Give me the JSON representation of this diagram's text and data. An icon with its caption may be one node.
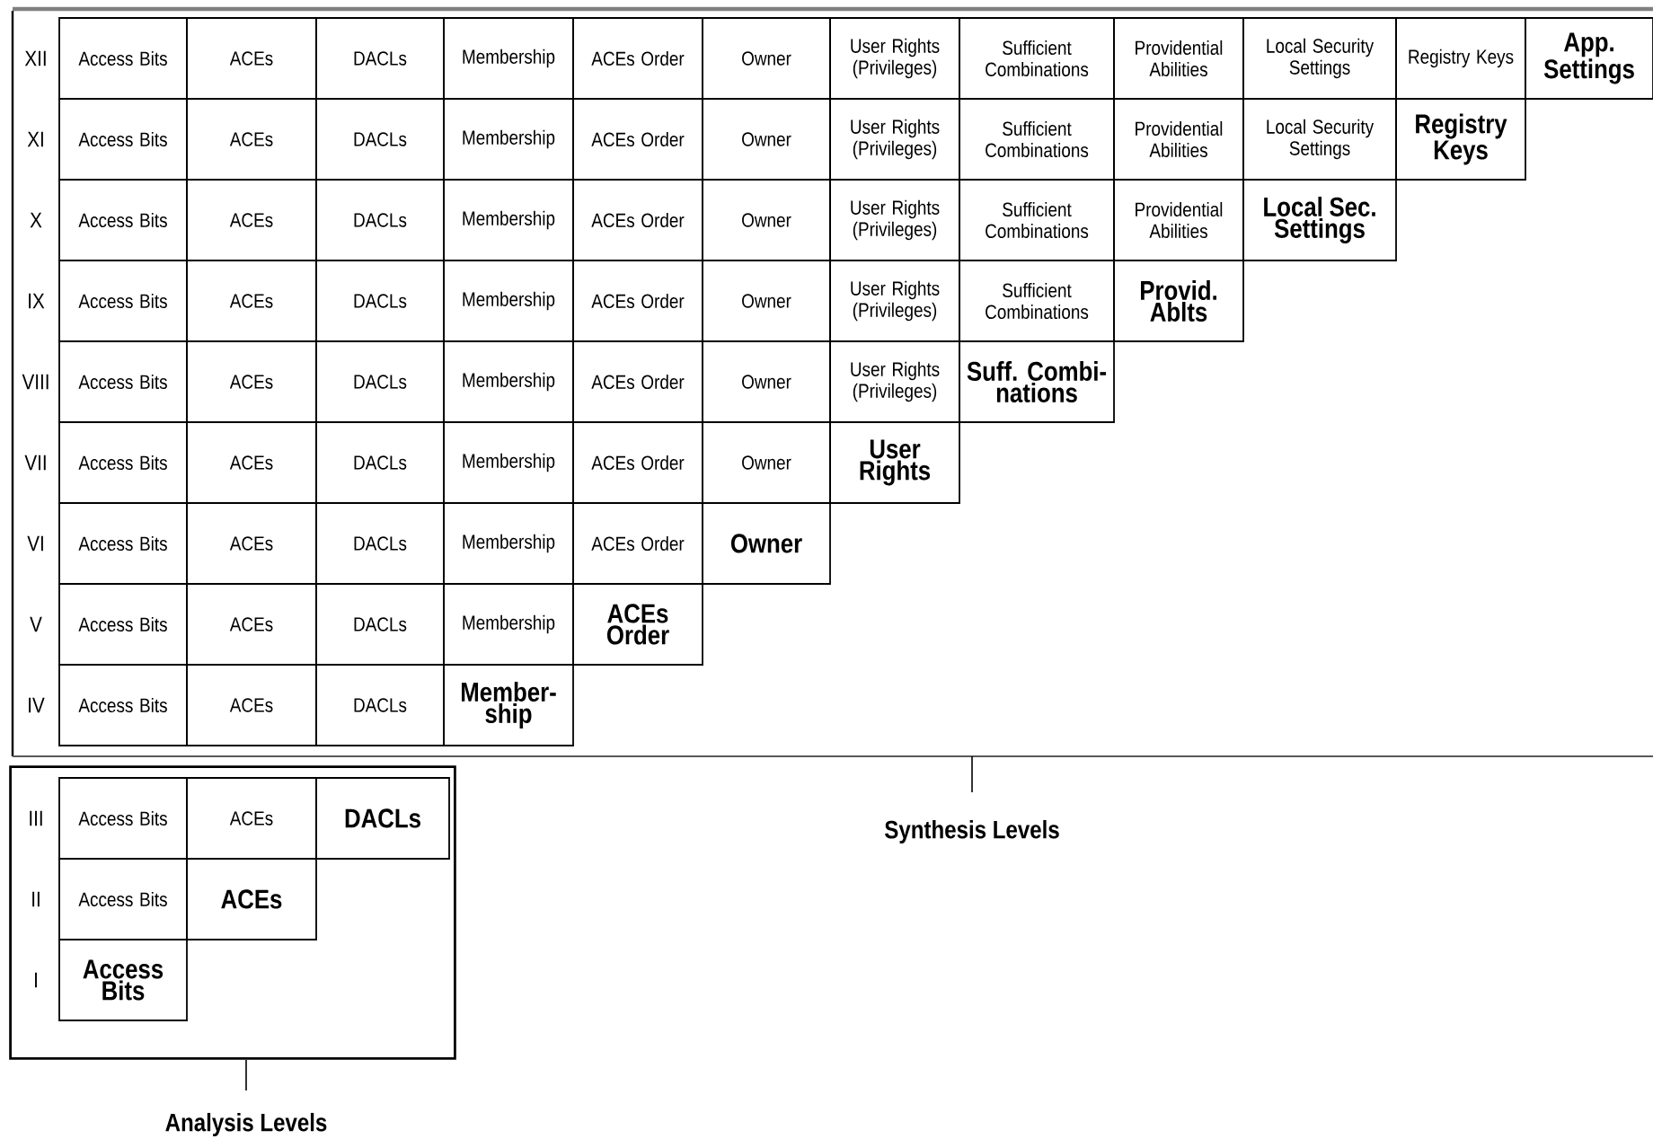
{
  "diagram": {
    "nodes": [
      {
        "text": [
          "Synthesis Levels"
        ]
      },
      {
        "text": [
          "Access Bits"
        ],
        "in": 0
      },
      {
        "text": [
          "ACEs"
        ],
        "in": 0
      },
      {
        "text": [
          "DACLs"
        ],
        "in": 0
      },
      {
        "text": [
          "Membership"
        ],
        "in": 0
      },
      {
        "text": [
          "ACEs Order"
        ],
        "in": 0
      },
      {
        "text": [
          "Owner"
        ],
        "in": 0
      },
      {
        "text": [
          "User Rights (Privileges)"
        ],
        "in": 0
      },
      {
        "text": [
          "Sufficient Combinations"
        ],
        "in": 0
      },
      {
        "text": [
          "Providential Abilities"
        ],
        "in": 0
      },
      {
        "text": [
          "Local Security Settings"
        ],
        "in": 0
      },
      {
        "text": [
          "Registry Keys"
        ],
        "in": 0
      },
      {
        "text": [
          "App. Settings"
        ],
        "in": 0
      },
      {
        "text": [
          "Access Bits"
        ],
        "in": 0
      },
      {
        "text": [
          "ACEs"
        ],
        "in": 0
      },
      {
        "text": [
          "DACLs"
        ],
        "in": 0
      },
      {
        "text": [
          "Membership"
        ],
        "in": 0
      },
      {
        "text": [
          "ACEs Order"
        ],
        "in": 0
      },
      {
        "text": [
          "Owner"
        ],
        "in": 0
      },
      {
        "text": [
          "User Rights (Privileges)"
        ],
        "in": 0
      },
      {
        "text": [
          "Sufficient Combinations"
        ],
        "in": 0
      },
      {
        "text": [
          "Providential Abilities"
        ],
        "in": 0
      },
      {
        "text": [
          "Local Security Settings"
        ],
        "in": 0
      },
      {
        "text": [
          "Registry Keys"
        ],
        "in": 0
      },
      {
        "text": [
          "Access Bits"
        ],
        "in": 0
      },
      {
        "text": [
          "ACEs"
        ],
        "in": 0
      },
      {
        "text": [
          "DACLs"
        ],
        "in": 0
      },
      {
        "text": [
          "Membership"
        ],
        "in": 0
      },
      {
        "text": [
          "ACEs Order"
        ],
        "in": 0
      },
      {
        "text": [
          "Owner"
        ],
        "in": 0
      },
      {
        "text": [
          "User Rights (Privileges)"
        ],
        "in": 0
      },
      {
        "text": [
          "Sufficient Combinations"
        ],
        "in": 0
      },
      {
        "text": [
          "Providential Abilities"
        ],
        "in": 0
      },
      {
        "text": [
          "Local Sec. Settings"
        ],
        "in": 0
      },
      {
        "text": [
          "Access Bits"
        ],
        "in": 0
      },
      {
        "text": [
          "ACEs"
        ],
        "in": 0
      },
      {
        "text": [
          "DACLs"
        ],
        "in": 0
      },
      {
        "text": [
          "Membership"
        ],
        "in": 0
      },
      {
        "text": [
          "ACEs Order"
        ],
        "in": 0
      },
      {
        "text": [
          "Owner"
        ],
        "in": 0
      },
      {
        "text": [
          "User Rights (Privileges)"
        ],
        "in": 0
      },
      {
        "text": [
          "Sufficient Combinations"
        ],
        "in": 0
      },
      {
        "text": [
          "Provid. Ablts"
        ],
        "in": 0
      },
      {
        "text": [
          "Access Bits"
        ],
        "in": 0
      },
      {
        "text": [
          "ACEs"
        ],
        "in": 0
      },
      {
        "text": [
          "DACLs"
        ],
        "in": 0
      },
      {
        "text": [
          "Membership"
        ],
        "in": 0
      },
      {
        "text": [
          "ACEs Order"
        ],
        "in": 0
      },
      {
        "text": [
          "Owner"
        ],
        "in": 0
      },
      {
        "text": [
          "User Rights (Privileges)"
        ],
        "in": 0
      },
      {
        "text": [
          "Suff. Combi-nations"
        ],
        "in": 0
      },
      {
        "text": [
          "Access Bits"
        ],
        "in": 0
      },
      {
        "text": [
          "ACEs"
        ],
        "in": 0
      },
      {
        "text": [
          "DACLs"
        ],
        "in": 0
      },
      {
        "text": [
          "Membership"
        ],
        "in": 0
      },
      {
        "text": [
          "ACEs Order"
        ],
        "in": 0
      },
      {
        "text": [
          "Owner"
        ],
        "in": 0
      },
      {
        "text": [
          "User Rights"
        ],
        "in": 0
      },
      {
        "text": [
          "Access Bits"
        ],
        "in": 0
      },
      {
        "text": [
          "ACEs"
        ],
        "in": 0
      },
      {
        "text": [
          "DACLs"
        ],
        "in": 0
      },
      {
        "text": [
          "Membership"
        ],
        "in": 0
      },
      {
        "text": [
          "ACEs Order"
        ],
        "in": 0
      },
      {
        "text": [
          "Owner"
        ],
        "in": 0
      },
      {
        "text": [
          "Access Bits"
        ],
        "in": 0
      },
      {
        "text": [
          "ACEs"
        ],
        "in": 0
      },
      {
        "text": [
          "DACLs"
        ],
        "in": 0
      },
      {
        "text": [
          "Membership"
        ],
        "in": 0
      },
      {
        "text": [
          "ACEs Order"
        ],
        "in": 0
      },
      {
        "text": [
          "Access Bits"
        ],
        "in": 0
      },
      {
        "text": [
          "ACEs"
        ],
        "in": 0
      },
      {
        "text": [
          "DACLs"
        ],
        "in": 0
      },
      {
        "text": [
          "Member-ship"
        ],
        "in": 0
      },
      {
        "text": [
          "Analysis Levels"
        ]
      },
      {
        "text": [
          "Access Bits"
        ],
        "in": 73
      },
      {
        "text": [
          "ACEs"
        ],
        "in": 73
      },
      {
        "text": [
          "DACLs"
        ],
        "in": 73
      },
      {
        "text": [
          "Access Bits"
        ],
        "in": 73
      },
      {
        "text": [
          "ACEs"
        ],
        "in": 73
      },
      {
        "text": [
          "Access Bits"
        ],
        "in": 73
      }
    ],
    "labels": [
      "XII",
      "XI",
      "X",
      "IX",
      "VIII",
      "VII",
      "VI",
      "V",
      "IV",
      "III",
      "II",
      "I"
    ]
  }
}
